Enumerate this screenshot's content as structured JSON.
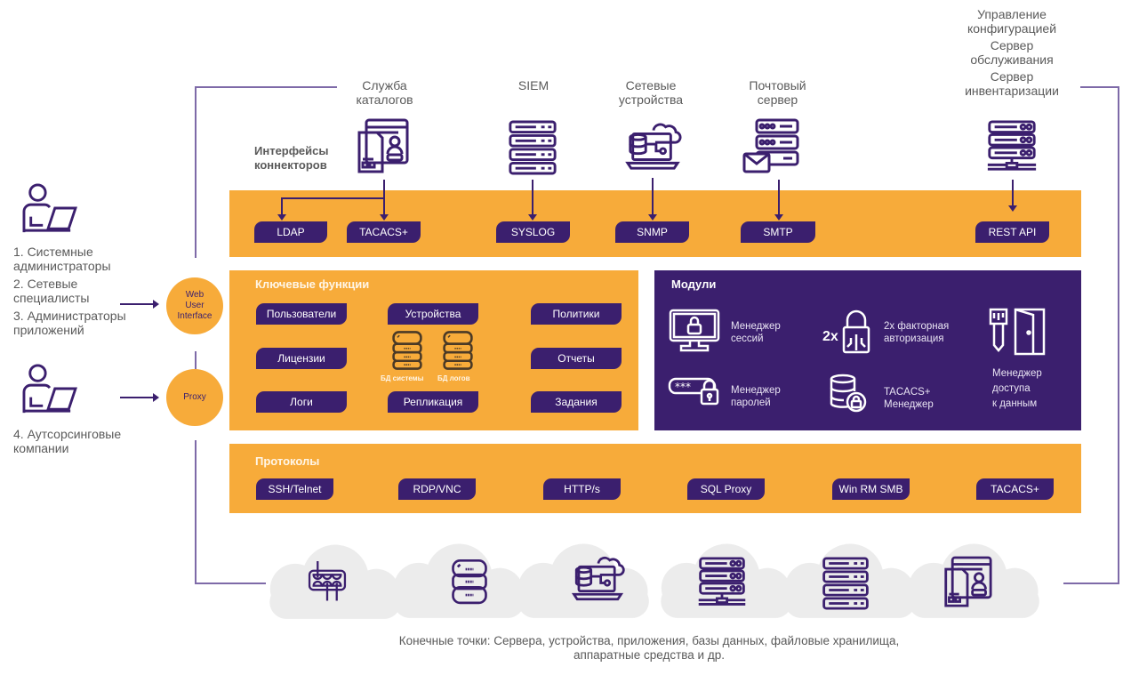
{
  "colors": {
    "orange": "#f7ab3a",
    "purple": "#3b1f6e",
    "frame": "#7e6aa8",
    "cloud": "#ececec",
    "text_gray": "#5a5a5a"
  },
  "users": {
    "group1": {
      "icon": "user-laptop-icon",
      "labels": [
        "1. Системные администраторы",
        "2. Сетевые специалисты",
        "3. Администраторы приложений"
      ]
    },
    "group2": {
      "icon": "user-laptop-icon",
      "labels": [
        "4. Аутсорсинговые компании"
      ]
    }
  },
  "users_text": {
    "l1a": "1. Системные",
    "l1b": "администраторы",
    "l2a": "2. Сетевые",
    "l2b": "специалисты",
    "l3a": "3. Администраторы",
    "l3b": "приложений",
    "l4a": "4. Аутсорсинговые",
    "l4b": "компании"
  },
  "access_points": {
    "web_ui": {
      "l1": "Web",
      "l2": "User",
      "l3": "Interface"
    },
    "proxy": "Proxy"
  },
  "top_sources": {
    "catalog": {
      "l1": "Служба",
      "l2": "каталогов",
      "icon": "directory-user-icon"
    },
    "siem": {
      "l1": "SIEM",
      "icon": "server-rack-icon"
    },
    "network": {
      "l1": "Сетевые",
      "l2": "устройства",
      "icon": "network-device-icon"
    },
    "mail": {
      "l1": "Почтовый",
      "l2": "сервер",
      "icon": "mail-server-icon"
    },
    "right": {
      "l1": "Управление",
      "l2": "конфигурацией",
      "l3": "Сервер",
      "l4": "обслуживания",
      "l5": "Сервер",
      "l6": "инвентаризации",
      "icon": "server-network-icon"
    }
  },
  "connectors": {
    "title_l1": "Интерфейсы",
    "title_l2": "коннекторов",
    "badges": [
      "LDAP",
      "TACACS+",
      "SYSLOG",
      "SNMP",
      "SMTP",
      "REST API"
    ]
  },
  "key_functions": {
    "title": "Ключевые функции",
    "items": [
      "Пользователи",
      "Устройства",
      "Политики",
      "Лицензии",
      "Отчеты",
      "Логи",
      "Репликация",
      "Задания"
    ],
    "databases": [
      "БД системы",
      "БД логов"
    ]
  },
  "modules": {
    "title": "Модули",
    "items": [
      {
        "l1": "Менеджер",
        "l2": "сессий",
        "icon": "monitor-lock-icon"
      },
      {
        "prefix": "2x",
        "l1": "2x факторная",
        "l2": "авторизация",
        "icon": "padlock-circuit-icon"
      },
      {
        "l1": "Менеджер",
        "l2": "паролей",
        "icon": "password-lock-icon"
      },
      {
        "l1": "TACACS+",
        "l2": "Менеджер",
        "icon": "database-lock-icon"
      },
      {
        "l1": "Менеджер",
        "l2": "доступа",
        "l3": "к данным",
        "icon": "key-door-icon"
      }
    ]
  },
  "protocols": {
    "title": "Протоколы",
    "badges": [
      "SSH/Telnet",
      "RDP/VNC",
      "HTTP/s",
      "SQL Proxy",
      "Win RM SMB",
      "TACACS+"
    ]
  },
  "endpoints": {
    "icons": [
      "network-switch-icon",
      "database-icon",
      "network-device-icon",
      "server-network-icon",
      "server-rack-icon",
      "directory-user-icon"
    ],
    "caption_l1": "Конечные точки: Сервера, устройства, приложения, базы данных, файловые хранилища,",
    "caption_l2": "аппаратные средства и др."
  }
}
